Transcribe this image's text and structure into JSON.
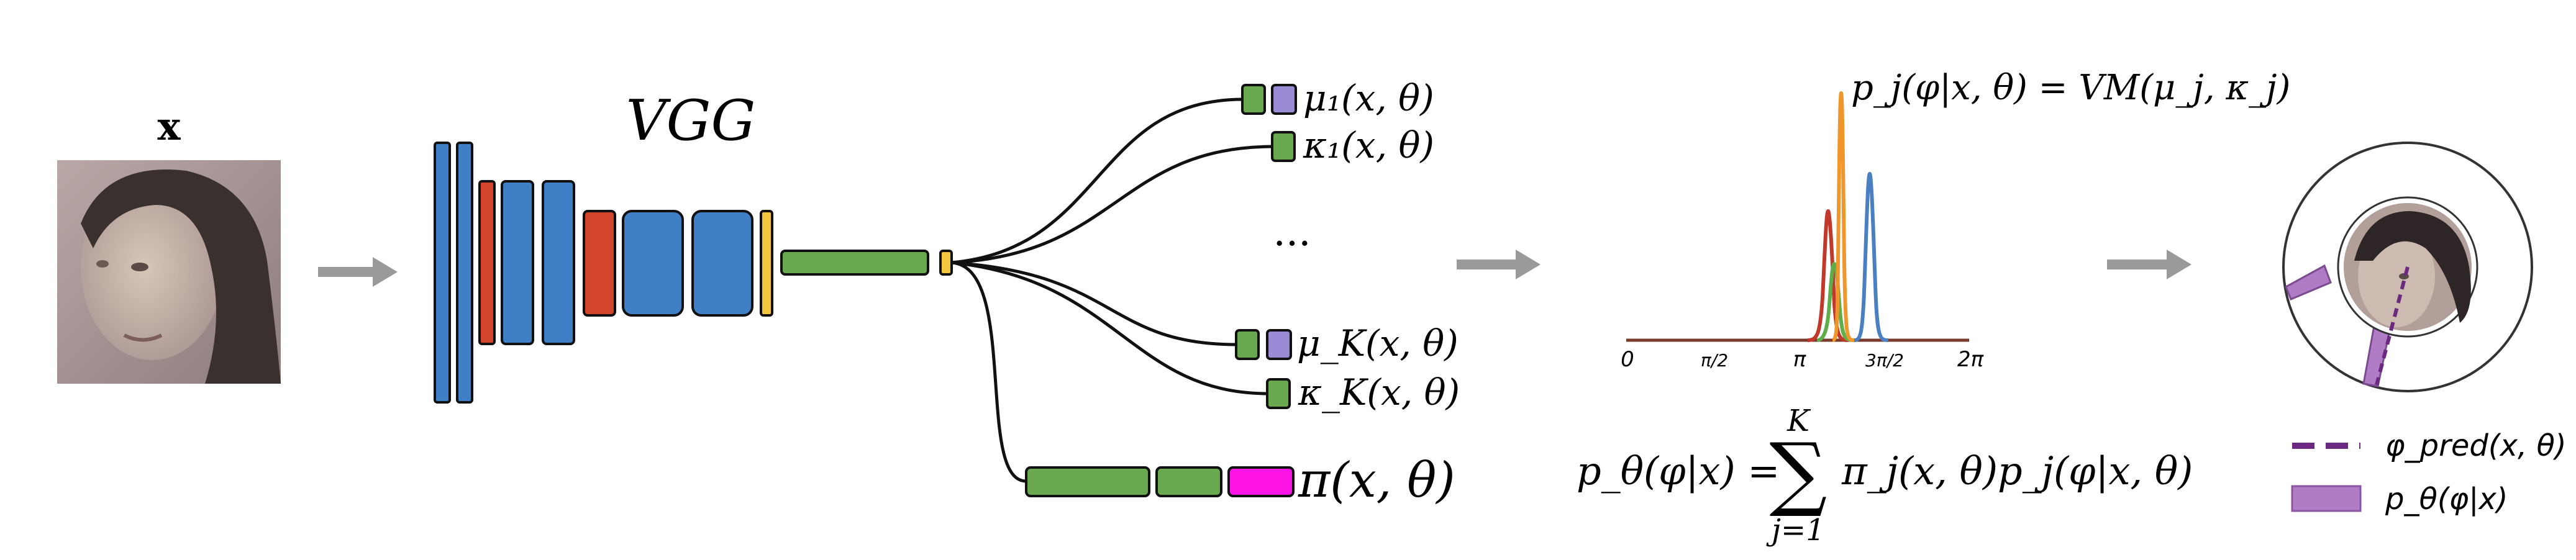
{
  "input": {
    "label": "x"
  },
  "backbone": {
    "label": "VGG"
  },
  "heads": {
    "mu_1": "μ₁(x, θ)",
    "kappa_1": "κ₁(x, θ)",
    "ellipsis": "...",
    "mu_K": "μ_K(x, θ)",
    "kappa_K": "κ_K(x, θ)",
    "pi": "π(x, θ)"
  },
  "component_plot": {
    "formula": "p_j(φ|x, θ) = VM(μ_j, κ_j)",
    "x_ticks": [
      "0",
      "π/2",
      "π",
      "3π/2",
      "2π"
    ]
  },
  "mixture_formula": {
    "lhs": "p_θ(φ|x) =",
    "sum_top": "K",
    "sum_bottom": "j=1",
    "rhs": "π_j(x, θ)p_j(φ|x, θ)"
  },
  "legend": {
    "pred": "φ_pred(x, θ)",
    "density": "p_θ(φ|x)"
  },
  "colors": {
    "conv_blue": "#3f7fc6",
    "conv_red": "#d2452a",
    "pool_yellow": "#f2c53d",
    "fc_green": "#6aa84f",
    "mu_purple": "#9b8ad4",
    "pi_magenta": "#ff14e8",
    "vm_red": "#c0392b",
    "vm_orange": "#f0962b",
    "vm_green": "#5fae4a",
    "vm_blue": "#4a7fc1",
    "axis_brown": "#7a3b2e",
    "arrow_gray": "#999999",
    "pred_dark_purple": "#6b2a80",
    "density_purple": "#b07cc6"
  }
}
